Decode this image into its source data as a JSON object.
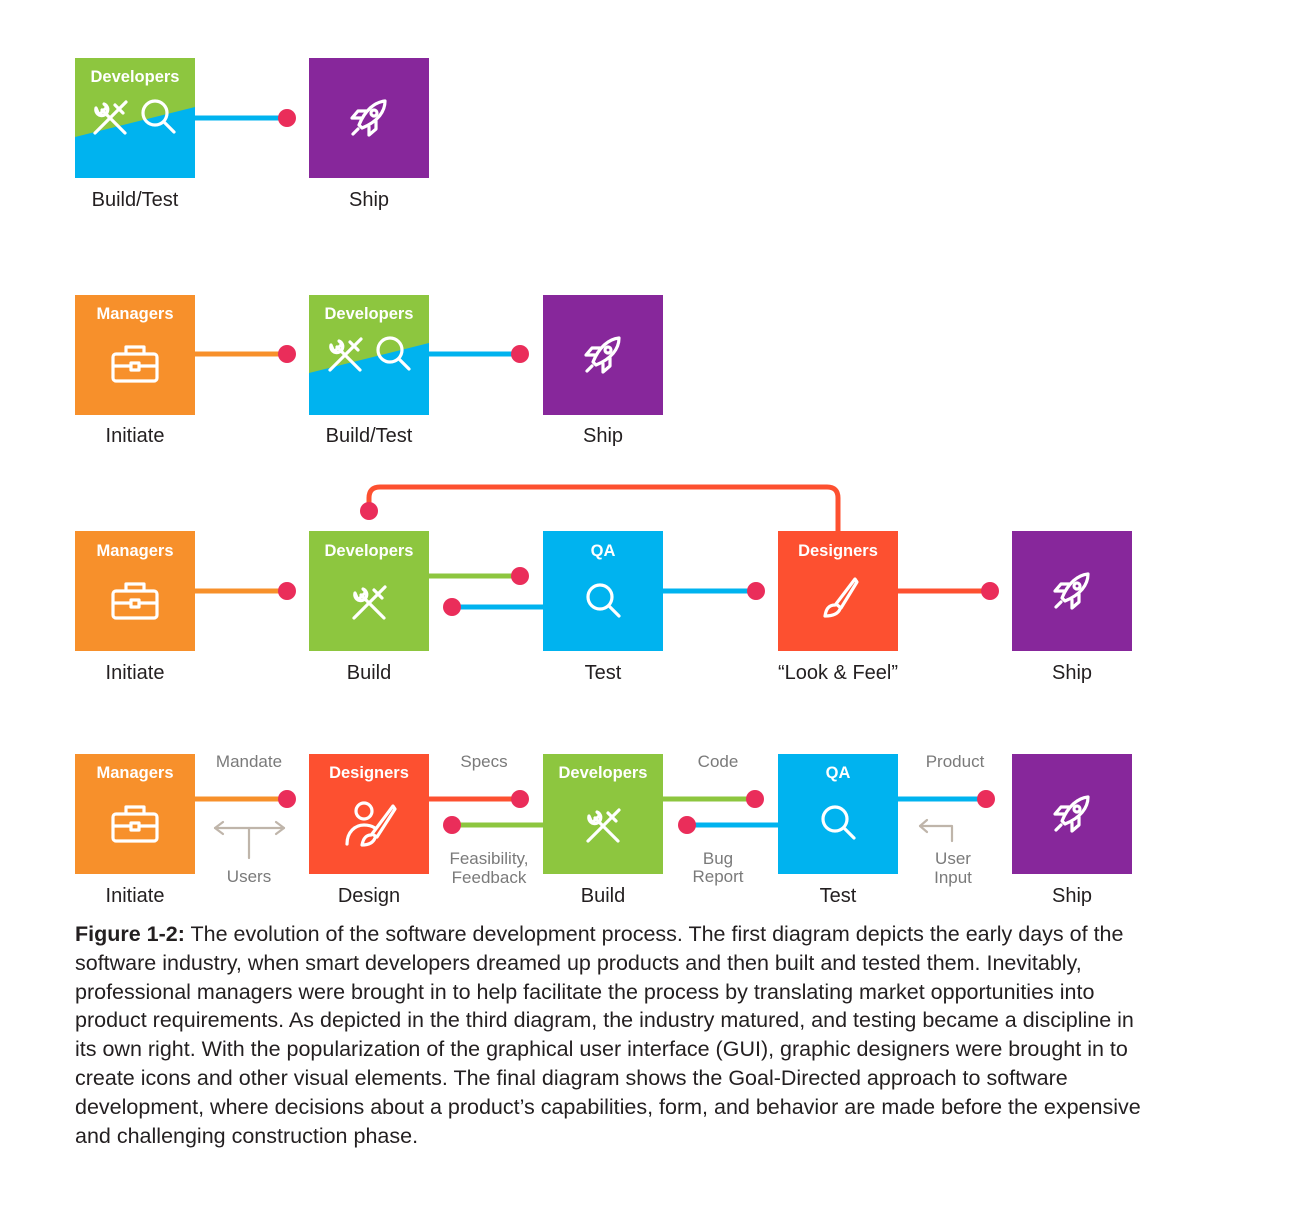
{
  "colors": {
    "orange": "#f7902b",
    "green": "#8dc63f",
    "blue": "#00b3ef",
    "red": "#fd5030",
    "purple": "#87279b",
    "dot": "#ea2d5a",
    "feedback_arrow": "#bfb5aa",
    "label": "#231f20",
    "note": "#7a7a7a"
  },
  "diagrams": [
    {
      "boxes": [
        {
          "id": "d1-dev",
          "role": "Developers",
          "label": "Build/Test",
          "color": "green",
          "split": true,
          "icons": [
            "wrench-screwdriver-icon",
            "magnifier-icon"
          ]
        },
        {
          "id": "d1-ship",
          "role": "",
          "label": "Ship",
          "color": "purple",
          "icons": [
            "rocket-icon"
          ]
        }
      ]
    },
    {
      "boxes": [
        {
          "id": "d2-mgr",
          "role": "Managers",
          "label": "Initiate",
          "color": "orange",
          "icons": [
            "briefcase-icon"
          ]
        },
        {
          "id": "d2-dev",
          "role": "Developers",
          "label": "Build/Test",
          "color": "green",
          "split": true,
          "icons": [
            "wrench-screwdriver-icon",
            "magnifier-icon"
          ]
        },
        {
          "id": "d2-ship",
          "role": "",
          "label": "Ship",
          "color": "purple",
          "icons": [
            "rocket-icon"
          ]
        }
      ]
    },
    {
      "boxes": [
        {
          "id": "d3-mgr",
          "role": "Managers",
          "label": "Initiate",
          "color": "orange",
          "icons": [
            "briefcase-icon"
          ]
        },
        {
          "id": "d3-dev",
          "role": "Developers",
          "label": "Build",
          "color": "green",
          "icons": [
            "wrench-screwdriver-icon"
          ]
        },
        {
          "id": "d3-qa",
          "role": "QA",
          "label": "Test",
          "color": "blue",
          "icons": [
            "magnifier-icon"
          ]
        },
        {
          "id": "d3-des",
          "role": "Designers",
          "label": "“Look & Feel”",
          "color": "red",
          "icons": [
            "paintbrush-icon"
          ]
        },
        {
          "id": "d3-ship",
          "role": "",
          "label": "Ship",
          "color": "purple",
          "icons": [
            "rocket-icon"
          ]
        }
      ]
    },
    {
      "boxes": [
        {
          "id": "d4-mgr",
          "role": "Managers",
          "label": "Initiate",
          "color": "orange",
          "icons": [
            "briefcase-icon"
          ]
        },
        {
          "id": "d4-des",
          "role": "Designers",
          "label": "Design",
          "color": "red",
          "icons": [
            "designer-icon"
          ]
        },
        {
          "id": "d4-dev",
          "role": "Developers",
          "label": "Build",
          "color": "green",
          "icons": [
            "wrench-screwdriver-icon"
          ]
        },
        {
          "id": "d4-qa",
          "role": "QA",
          "label": "Test",
          "color": "blue",
          "icons": [
            "magnifier-icon"
          ]
        },
        {
          "id": "d4-ship",
          "role": "",
          "label": "Ship",
          "color": "purple",
          "icons": [
            "rocket-icon"
          ]
        }
      ],
      "notes": {
        "mandate": "Mandate",
        "users": "Users",
        "specs": "Specs",
        "feasibility": [
          "Feasibility,",
          "Feedback"
        ],
        "code": "Code",
        "bug_report": [
          "Bug",
          "Report"
        ],
        "product": "Product",
        "user_input": [
          "User",
          "Input"
        ]
      }
    }
  ],
  "caption": {
    "label": "Figure 1-2:",
    "text": " The evolution of the software development process. The first diagram depicts the early days of the software industry, when smart developers dreamed up products and then built and tested them. Inevitably, professional managers were brought in to help facilitate the process by translating market opportunities into product requirements. As depicted in the third diagram, the industry matured, and testing became a discipline in its own right. With the popularization of the graphical user interface (GUI), graphic designers were brought in to create icons and other visual elements. The final diagram shows the Goal-Directed approach to software development, where decisions about a product’s capabilities, form, and behavior are made before the expensive and challenging construction phase."
  }
}
